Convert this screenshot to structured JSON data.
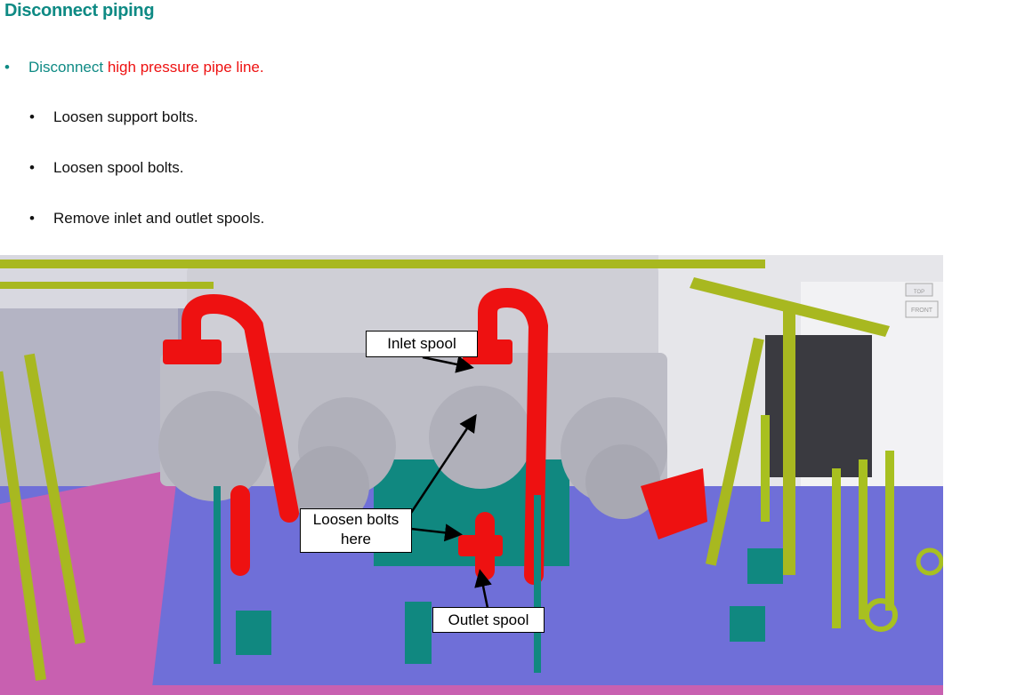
{
  "slide": {
    "title": "Disconnect piping",
    "main_bullet": {
      "prefix": "Disconnect ",
      "highlight": "high pressure pipe line."
    },
    "sub_bullets": [
      "Loosen support bolts.",
      "Loosen spool bolts.",
      "Remove inlet and outlet spools."
    ]
  },
  "figure": {
    "callouts": {
      "inlet": "Inlet spool",
      "loosen_line1": "Loosen bolts",
      "loosen_line2": "here",
      "outlet": "Outlet spool"
    },
    "view_cube": {
      "top": "TOP",
      "front": "FRONT"
    }
  },
  "colors": {
    "title": "#0e8a84",
    "highlight": "#ee1111",
    "pipe": "#ee1111",
    "frame": "#a8b820",
    "floor": "#6f6fd8",
    "teal_support": "#108880",
    "machine_grey": "#c8c8d0"
  },
  "icons": {
    "bullet": "bullet-dot"
  }
}
